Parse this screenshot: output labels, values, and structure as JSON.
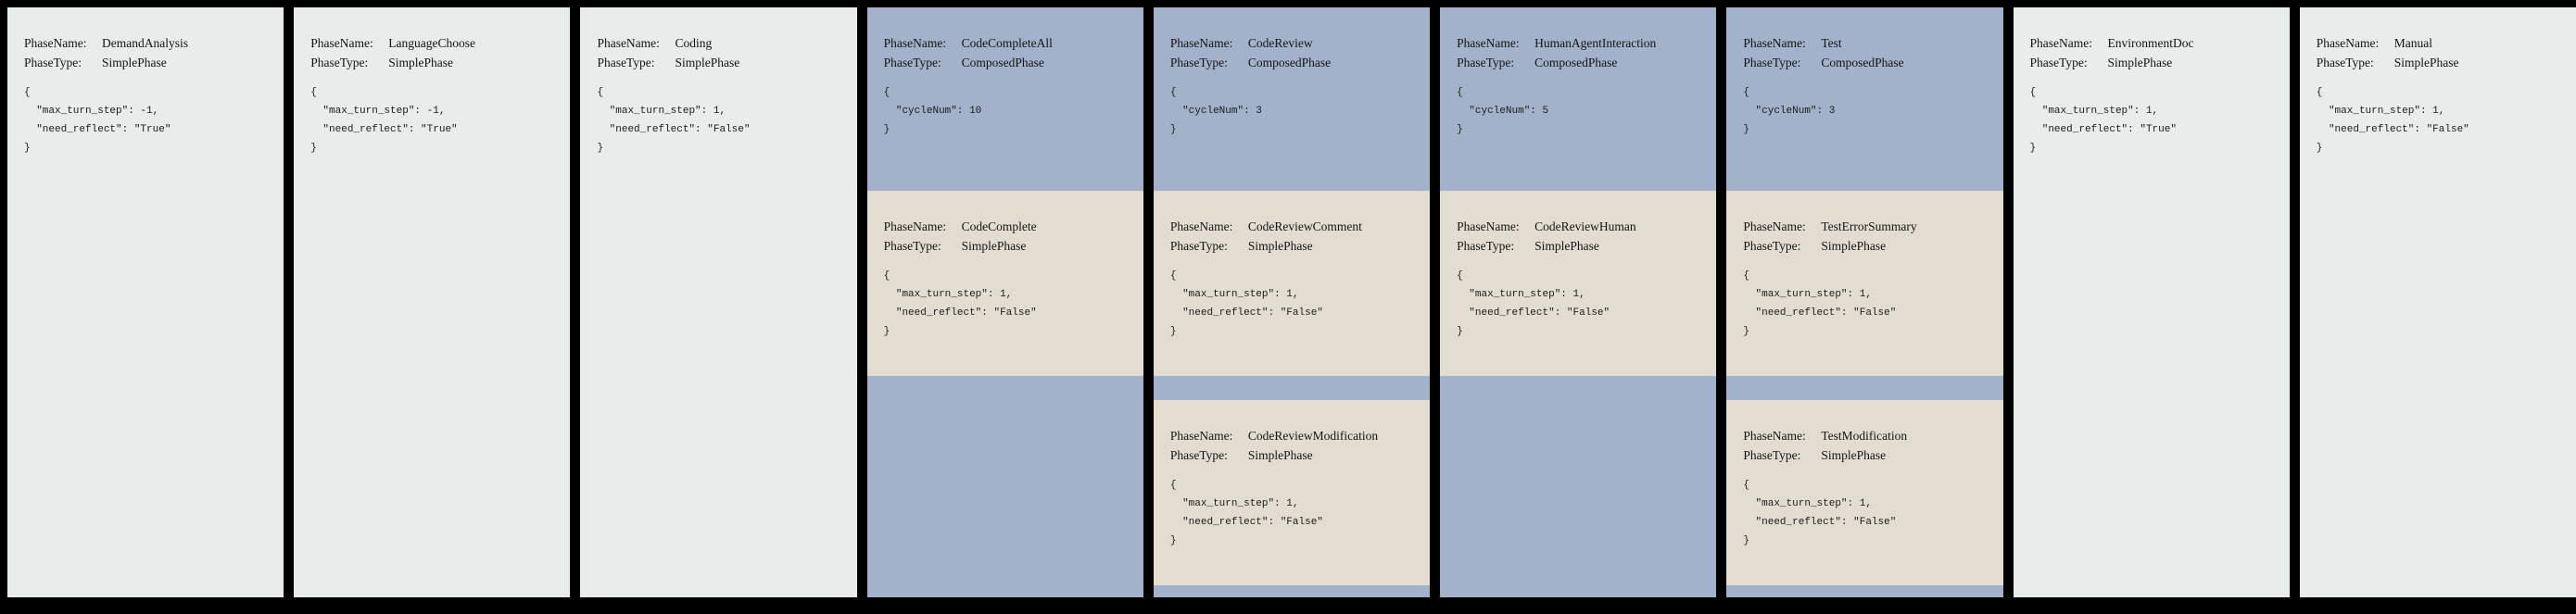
{
  "palette": {
    "background": "#000000",
    "simple_card": "#e8eceb",
    "composed_card": "#a2b2ca",
    "sub_card": "#e3ddd1",
    "text": "#141414"
  },
  "labels": {
    "phase_name": "PhaseName:",
    "phase_type": "PhaseType:"
  },
  "phases": [
    {
      "name": "DemandAnalysis",
      "type": "SimplePhase",
      "config_lines": [
        "{",
        "  \"max_turn_step\": -1,",
        "  \"need_reflect\": \"True\"",
        "}"
      ]
    },
    {
      "name": "LanguageChoose",
      "type": "SimplePhase",
      "config_lines": [
        "{",
        "  \"max_turn_step\": -1,",
        "  \"need_reflect\": \"True\"",
        "}"
      ]
    },
    {
      "name": "Coding",
      "type": "SimplePhase",
      "config_lines": [
        "{",
        "  \"max_turn_step\": 1,",
        "  \"need_reflect\": \"False\"",
        "}"
      ]
    },
    {
      "name": "CodeCompleteAll",
      "type": "ComposedPhase",
      "config_lines": [
        "{",
        "  \"cycleNum\": 10",
        "}"
      ],
      "sub_phases": [
        {
          "name": "CodeComplete",
          "type": "SimplePhase",
          "config_lines": [
            "{",
            "  \"max_turn_step\": 1,",
            "  \"need_reflect\": \"False\"",
            "}"
          ]
        }
      ]
    },
    {
      "name": "CodeReview",
      "type": "ComposedPhase",
      "config_lines": [
        "{",
        "  \"cycleNum\": 3",
        "}"
      ],
      "sub_phases": [
        {
          "name": "CodeReviewComment",
          "type": "SimplePhase",
          "config_lines": [
            "{",
            "  \"max_turn_step\": 1,",
            "  \"need_reflect\": \"False\"",
            "}"
          ]
        },
        {
          "name": "CodeReviewModification",
          "type": "SimplePhase",
          "config_lines": [
            "{",
            "  \"max_turn_step\": 1,",
            "  \"need_reflect\": \"False\"",
            "}"
          ]
        }
      ]
    },
    {
      "name": "HumanAgentInteraction",
      "type": "ComposedPhase",
      "config_lines": [
        "{",
        "  \"cycleNum\": 5",
        "}"
      ],
      "sub_phases": [
        {
          "name": "CodeReviewHuman",
          "type": "SimplePhase",
          "config_lines": [
            "{",
            "  \"max_turn_step\": 1,",
            "  \"need_reflect\": \"False\"",
            "}"
          ]
        }
      ]
    },
    {
      "name": "Test",
      "type": "ComposedPhase",
      "config_lines": [
        "{",
        "  \"cycleNum\": 3",
        "}"
      ],
      "sub_phases": [
        {
          "name": "TestErrorSummary",
          "type": "SimplePhase",
          "config_lines": [
            "{",
            "  \"max_turn_step\": 1,",
            "  \"need_reflect\": \"False\"",
            "}"
          ]
        },
        {
          "name": "TestModification",
          "type": "SimplePhase",
          "config_lines": [
            "{",
            "  \"max_turn_step\": 1,",
            "  \"need_reflect\": \"False\"",
            "}"
          ]
        }
      ]
    },
    {
      "name": "EnvironmentDoc",
      "type": "SimplePhase",
      "config_lines": [
        "{",
        "  \"max_turn_step\": 1,",
        "  \"need_reflect\": \"True\"",
        "}"
      ]
    },
    {
      "name": "Manual",
      "type": "SimplePhase",
      "config_lines": [
        "{",
        "  \"max_turn_step\": 1,",
        "  \"need_reflect\": \"False\"",
        "}"
      ]
    }
  ]
}
